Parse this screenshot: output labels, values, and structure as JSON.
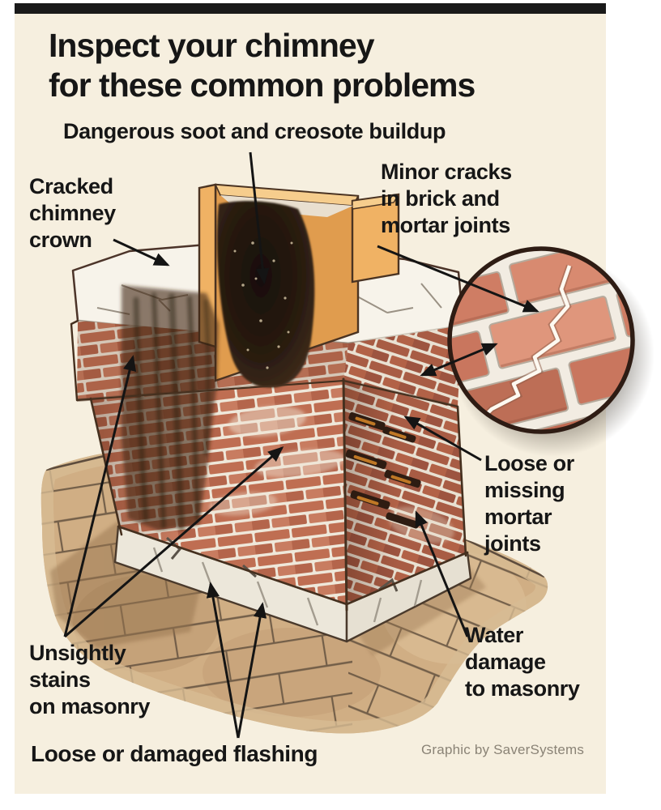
{
  "palette": {
    "bar": "#1a1a1a",
    "panel": "#f6efdf",
    "ink": "#161616",
    "credit": "#8a8376",
    "brick_front": "#bf6e52",
    "brick_side": "#a85c44",
    "mortar": "#efe8da",
    "roof_tan": "#d0ae84",
    "flue_orange": "#e8a050",
    "soot_black": "#241a12",
    "crown_white": "#f7f3ea",
    "zoom_brick": "#d2826a"
  },
  "title": {
    "text": "Inspect your chimney\nfor these common problems"
  },
  "callouts": {
    "soot": "Dangerous soot and creosote buildup",
    "crown": "Cracked\nchimney\ncrown",
    "minor_cracks": "Minor cracks\nin brick and\nmortar joints",
    "mortar_joints": "Loose or\nmissing\nmortar\njoints",
    "water_damage": "Water\ndamage\nto masonry",
    "stains": "Unsightly\nstains\non masonry",
    "flashing": "Loose or damaged flashing"
  },
  "credit": "Graphic by SaverSystems"
}
